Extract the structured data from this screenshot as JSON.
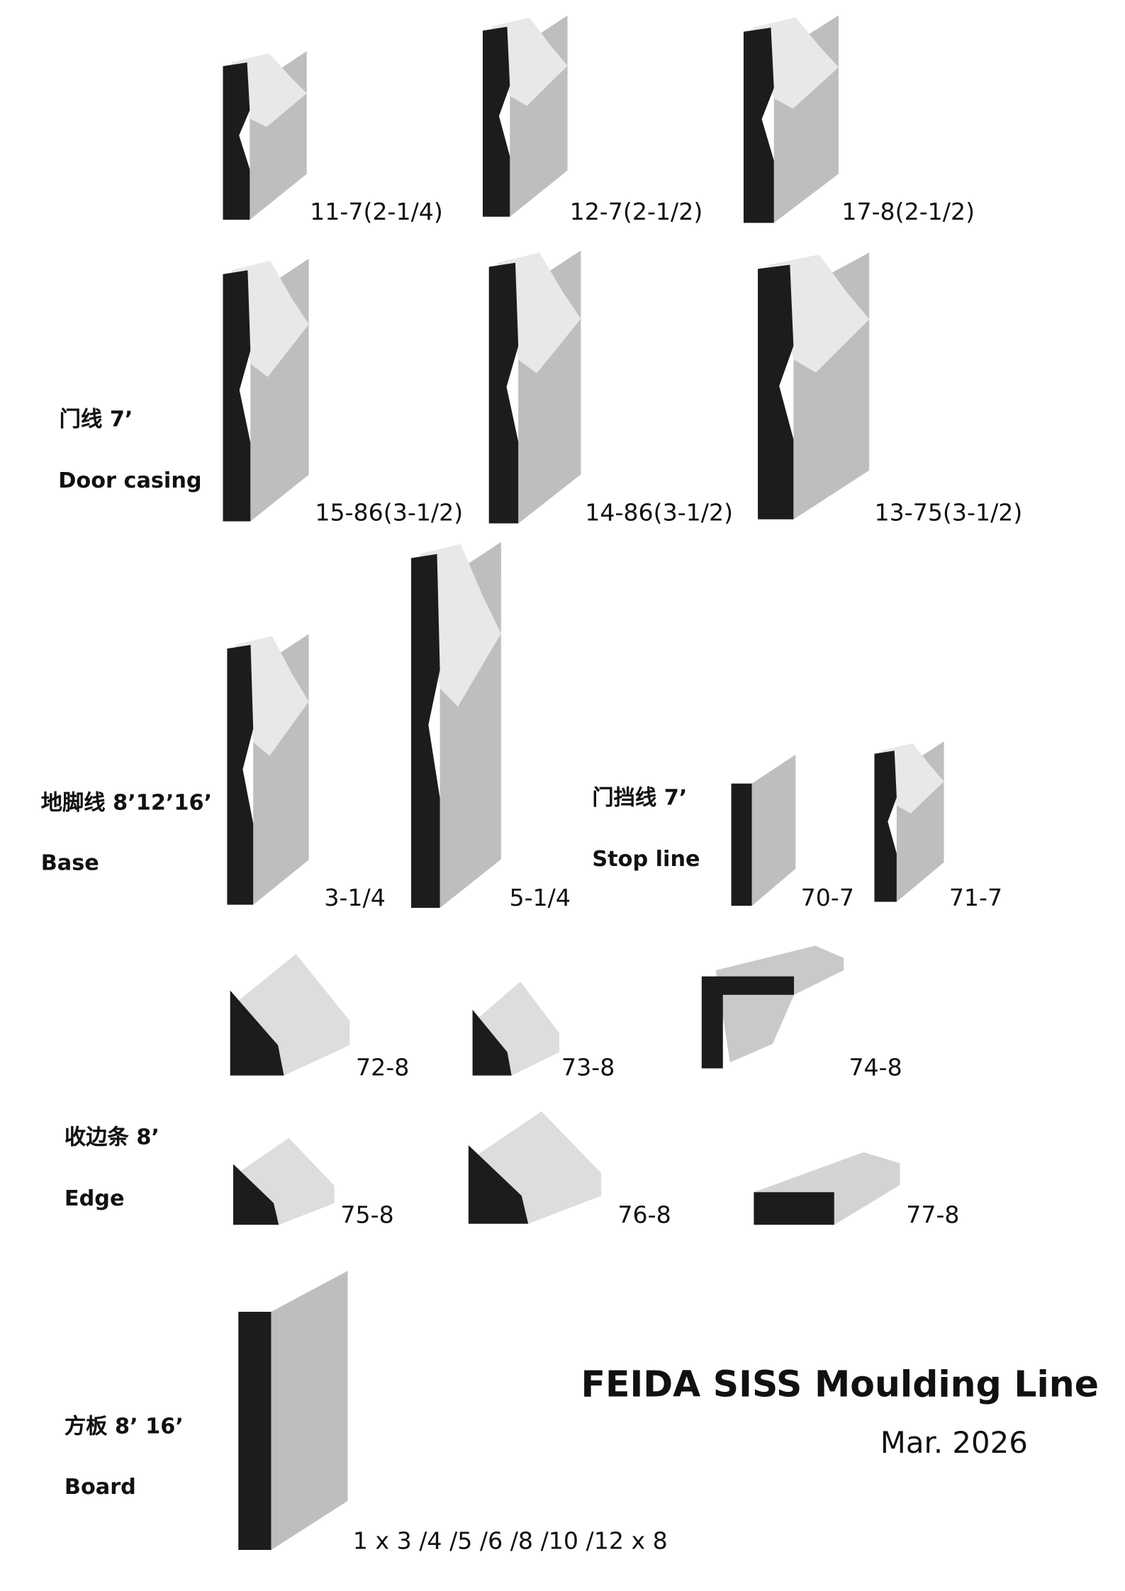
{
  "title": "FEIDA SISS Moulding Line",
  "date": "Mar. 2026",
  "sections": {
    "door_casing": {
      "cn": "门线 7’",
      "en": "Door casing"
    },
    "base": {
      "cn": "地脚线 8’12’16’",
      "en": "Base"
    },
    "stop_line": {
      "cn": "门挡线 7’",
      "en": "Stop line"
    },
    "edge": {
      "cn": "收边条 8’",
      "en": "Edge"
    },
    "board": {
      "cn": "方板 8’ 16’",
      "en": "Board"
    }
  },
  "products": [
    {
      "code": "11-7(2-1/4)"
    },
    {
      "code": "12-7(2-1/2)"
    },
    {
      "code": "17-8(2-1/2)"
    },
    {
      "code": "15-86(3-1/2)"
    },
    {
      "code": "14-86(3-1/2)"
    },
    {
      "code": "13-75(3-1/2)"
    },
    {
      "code": "3-1/4"
    },
    {
      "code": "5-1/4"
    },
    {
      "code": "70-7"
    },
    {
      "code": "71-7"
    },
    {
      "code": "72-8"
    },
    {
      "code": "73-8"
    },
    {
      "code": "74-8"
    },
    {
      "code": "75-8"
    },
    {
      "code": "76-8"
    },
    {
      "code": "77-8"
    },
    {
      "code": "1 x 3 /4 /5 /6 /8 /10 /12 x 8"
    }
  ]
}
